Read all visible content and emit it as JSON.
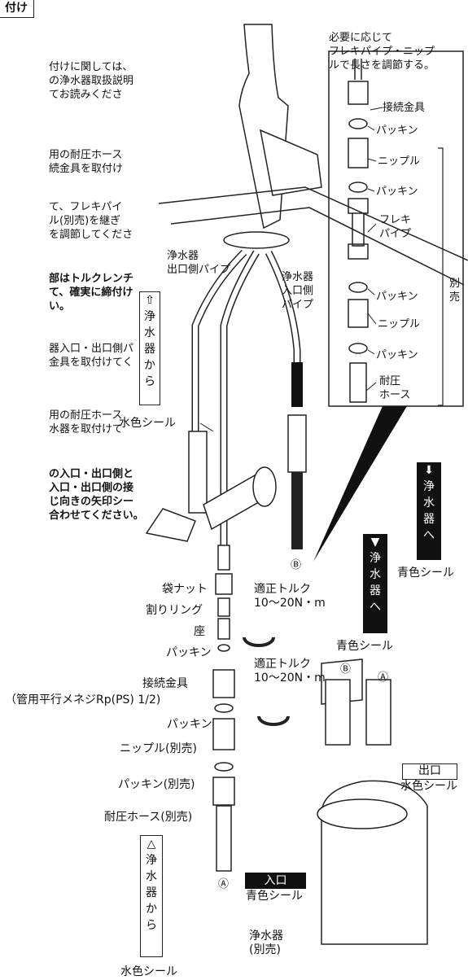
{
  "heading_tab": "付け",
  "left_text": {
    "p1": [
      "付けに関しては、",
      "の浄水器取扱説明",
      "てお読みくださ"
    ],
    "p2": [
      "用の耐圧ホース",
      "続金具を取付け"
    ],
    "p3": [
      "て、フレキパイ",
      "ル(別売)を継ぎ",
      "を調節してくださ"
    ],
    "p4": [
      "部はトルクレンチ",
      "て、確実に締付け",
      "い。"
    ],
    "p5": [
      "器入口・出口側パ",
      "金具を取付けてく"
    ],
    "p6": [
      "用の耐圧ホース",
      "水器を取付けて"
    ],
    "p7": [
      "の入口・出口側と",
      "入口・出口側の接",
      "じ向きの矢印シー",
      "合わせてください。"
    ]
  },
  "inset": {
    "note": [
      "必要に応じて",
      "フレキパイプ・ニップ",
      "ルで長さを調節する。"
    ],
    "parts": [
      "接続金具",
      "パッキン",
      "ニップル",
      "パッキン",
      "フレキ\nパイプ",
      "パッキン",
      "ニップル",
      "パッキン",
      "耐圧\nホース"
    ],
    "sold_separately": "別\n売"
  },
  "labels": {
    "outlet_pipe": "浄水器\n出口側パイプ",
    "inlet_pipe": "浄水器\n入口側\nパイプ",
    "from_purifier_up": "⇧\n浄\n水\n器\nか\nら",
    "light_blue_seal_1": "水色シール",
    "to_purifier_1": "⬇\n浄\n水\n器\nへ",
    "blue_seal_1": "青色シール",
    "to_purifier_2": "▼\n浄\n水\n器\nへ",
    "blue_seal_2": "青色シール",
    "marker_b": "Ⓑ",
    "bag_nut": "袋ナット",
    "split_ring": "割りリング",
    "seat": "座",
    "packing_1": "パッキン",
    "torque_1": "適正トルク\n10〜20N・m",
    "torque_2": "適正トルク\n10〜20N・m",
    "connector": "接続金具",
    "thread_spec": "（管用平行メネジRp(PS) 1/2)",
    "packing_2": "パッキン",
    "nipple_sold": "ニップル(別売)",
    "packing_sold": "パッキン(別売)",
    "hose_sold": "耐圧ホース(別売)",
    "from_purifier_2": "△\n浄\n水\n器\nか\nら",
    "marker_a": "Ⓐ",
    "light_blue_seal_2": "水色シール",
    "marker_b2": "Ⓑ",
    "marker_a2": "Ⓐ",
    "outlet": "出口",
    "light_blue_seal_3": "水色シール",
    "inlet": "入口",
    "blue_seal_3": "青色シール",
    "purifier": "浄水器\n(別売)"
  }
}
